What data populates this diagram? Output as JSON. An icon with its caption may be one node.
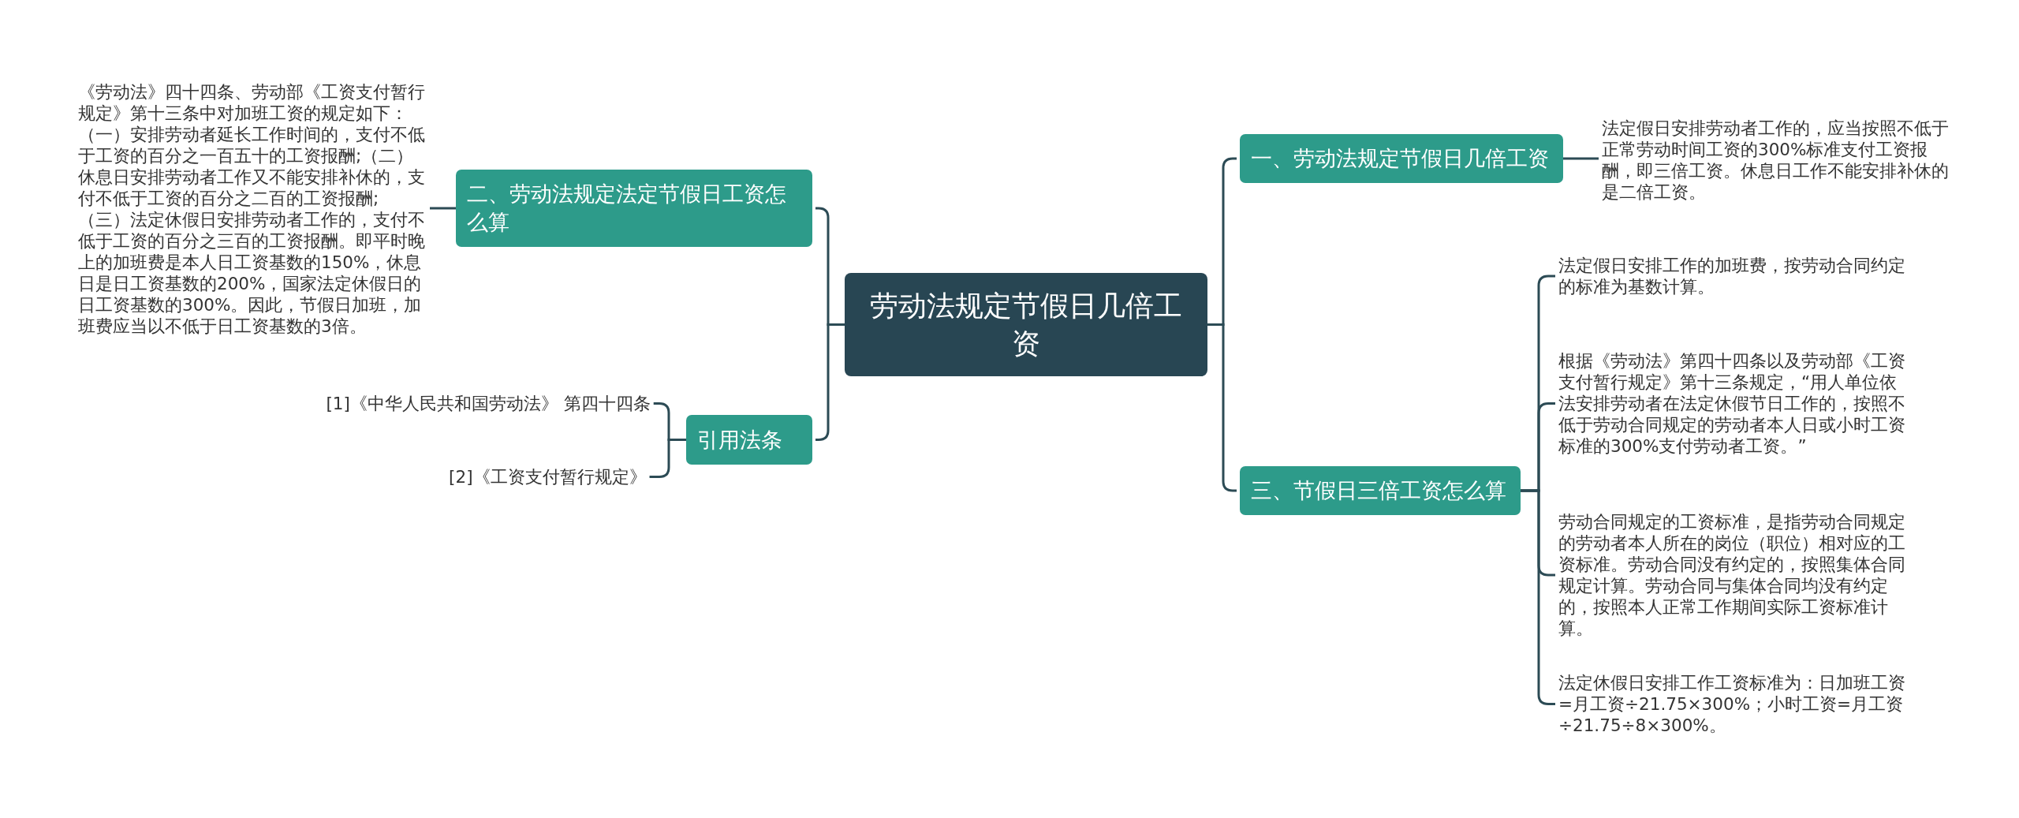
{
  "diagram": {
    "nodes": [
      {
        "text": [
          "劳动法规定节假日几倍工资"
        ]
      },
      {
        "text": [
          "二、劳动法规定法定节假日工资怎么算"
        ]
      },
      {
        "text": [
          "《劳动法》四十四条、劳动部《工资支付暂行规定》第十三条中对加班工资的规定如下：（一）安排劳动者延长工作时间的，支付不低于工资的百分之一百五十的工资报酬;（二）休息日安排劳动者工作又不能安排补休的，支付不低于工资的百分之二百的工资报酬;（三）法定休假日安排劳动者工作的，支付不低于工资的百分之三百的工资报酬。即平时晚上的加班费是本人日工资基数的150%，休息日是日工资基数的200%，国家法定休假日的日工资基数的300%。因此，节假日加班，加班费应当以不低于日工资基数的3倍。"
        ]
      },
      {
        "text": [
          "引用法条"
        ]
      },
      {
        "text": [
          "[1]《中华人民共和国劳动法》 第四十四条"
        ]
      },
      {
        "text": [
          "[2]《工资支付暂行规定》"
        ]
      },
      {
        "text": [
          "一、劳动法规定节假日几倍工资"
        ]
      },
      {
        "text": [
          "法定假日安排劳动者工作的，应当按照不低于正常劳动时间工资的300%标准支付工资报酬，即三倍工资。休息日工作不能安排补休的是二倍工资。"
        ]
      },
      {
        "text": [
          "三、节假日三倍工资怎么算"
        ]
      },
      {
        "text": [
          "法定假日安排工作的加班费，按劳动合同约定的标准为基数计算。"
        ]
      },
      {
        "text": [
          "根据《劳动法》第四十四条以及劳动部《工资支付暂行规定》第十三条规定，“用人单位依法安排劳动者在法定休假节日工作的，按照不低于劳动合同规定的劳动者本人日或小时工资标准的300%支付劳动者工资。”"
        ]
      },
      {
        "text": [
          "劳动合同规定的工资标准，是指劳动合同规定的劳动者本人所在的岗位（职位）相对应的工资标准。劳动合同没有约定的，按照集体合同规定计算。劳动合同与集体合同均没有约定的，按照本人正常工作期间实际工资标准计算。"
        ]
      },
      {
        "text": [
          "法定休假日安排工作工资标准为：日加班工资=月工资÷21.75×300%；小时工资=月工资÷21.75÷8×300%。"
        ]
      }
    ],
    "edges": [
      {
        "from": 0,
        "to": 1,
        "arrow": "none"
      },
      {
        "from": 1,
        "to": 2,
        "arrow": "none"
      },
      {
        "from": 0,
        "to": 3,
        "arrow": "none"
      },
      {
        "from": 3,
        "to": 4,
        "arrow": "none"
      },
      {
        "from": 3,
        "to": 5,
        "arrow": "none"
      },
      {
        "from": 0,
        "to": 6,
        "arrow": "none"
      },
      {
        "from": 6,
        "to": 7,
        "arrow": "none"
      },
      {
        "from": 0,
        "to": 8,
        "arrow": "none"
      },
      {
        "from": 8,
        "to": 9,
        "arrow": "none"
      },
      {
        "from": 8,
        "to": 10,
        "arrow": "none"
      },
      {
        "from": 8,
        "to": 11,
        "arrow": "none"
      },
      {
        "from": 8,
        "to": 12,
        "arrow": "none"
      }
    ]
  }
}
